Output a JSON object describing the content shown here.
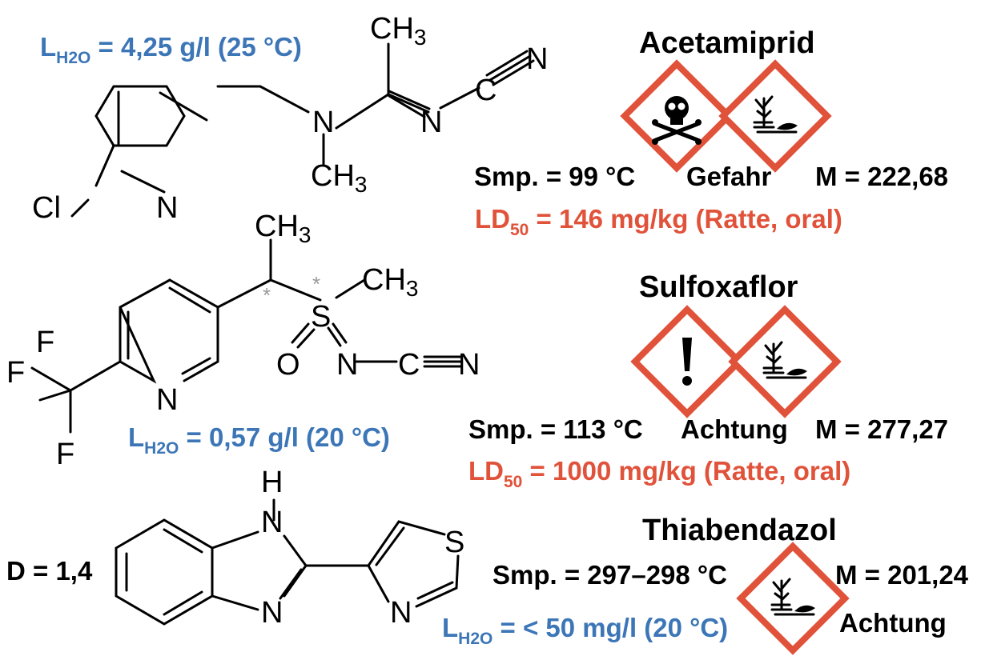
{
  "acetamiprid": {
    "name": "Acetamiprid",
    "solubility_label": "L",
    "solubility_sub": "H2O",
    "solubility_value": " = 4,25 g/l (25 °C)",
    "melting_point": "Smp. = 99 °C",
    "signal_word": "Gefahr",
    "molar_mass": "M = 222,68",
    "ld_label": "LD",
    "ld_sub": "50",
    "ld_value": " = 146 mg/kg (Ratte, oral)",
    "pictograms": [
      "skull-crossbones-icon",
      "environment-icon"
    ],
    "atoms": {
      "cl": "Cl",
      "n_ring": "N",
      "n_amine": "N",
      "n_imine": "N",
      "n_nitrile": "N",
      "ch3_top": "CH3",
      "ch3_bottom": "CH3"
    }
  },
  "sulfoxaflor": {
    "name": "Sulfoxaflor",
    "solubility_label": "L",
    "solubility_sub": "H2O",
    "solubility_value": " = 0,57 g/l (20 °C)",
    "melting_point": "Smp. = 113 °C",
    "signal_word": "Achtung",
    "molar_mass": "M = 277,27",
    "ld_label": "LD",
    "ld_sub": "50",
    "ld_value": " = 1000 mg/kg (Ratte, oral)",
    "pictograms": [
      "exclamation-icon",
      "environment-icon"
    ],
    "atoms": {
      "f1": "F",
      "f2": "F",
      "f3": "F",
      "n_ring": "N",
      "s": "S",
      "o": "O",
      "n_imine": "N",
      "c": "C",
      "n_nitrile": "N",
      "ch3_top": "CH3",
      "ch3_right": "CH3",
      "stereo_mark": "*"
    }
  },
  "thiabendazol": {
    "name": "Thiabendazol",
    "distribution": "D = 1,4",
    "melting_point": "Smp. = 297–298 °C",
    "molar_mass": "M = 201,24",
    "signal_word": "Achtung",
    "solubility_label": "L",
    "solubility_sub": "H2O",
    "solubility_value": " = < 50 mg/l (20 °C)",
    "pictograms": [
      "environment-icon"
    ],
    "atoms": {
      "h": "H",
      "n_top": "N",
      "n_bottom": "N",
      "s": "S",
      "n_thiazole": "N"
    }
  },
  "colors": {
    "blue": "#3c76b7",
    "red": "#e0523a",
    "black": "#000000"
  }
}
